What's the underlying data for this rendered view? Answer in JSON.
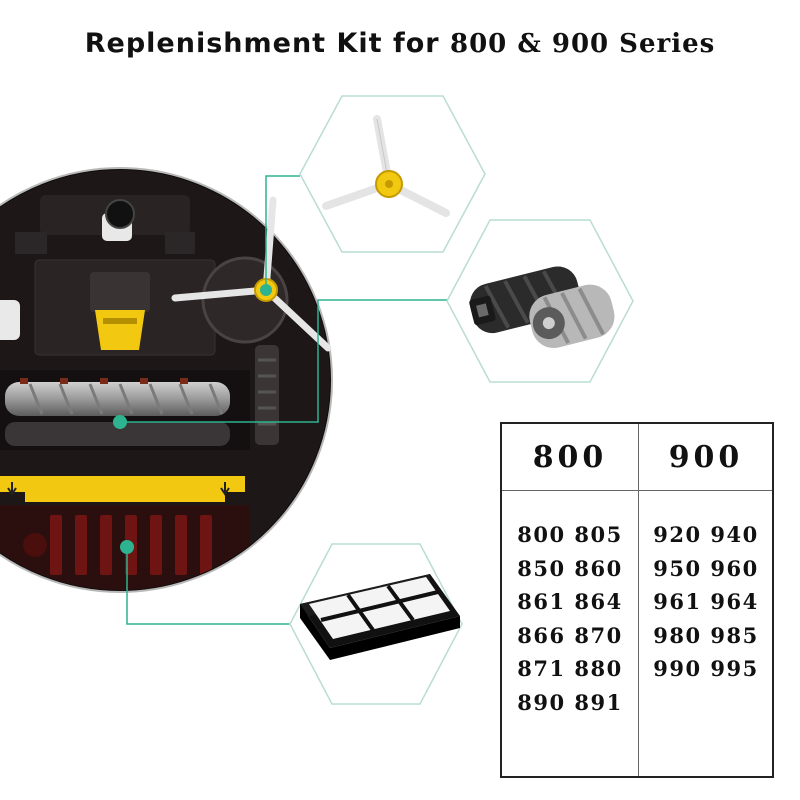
{
  "title": {
    "prefix": "Replenishment Kit for",
    "series": "800 & 900 Series"
  },
  "parts": [
    "side-brush",
    "roller-brushes",
    "hepa-filter"
  ],
  "compatibility": {
    "columns": [
      {
        "header": "800",
        "models": [
          "800 805",
          "850 860",
          "861 864",
          "866 870",
          "871 880",
          "890 891"
        ]
      },
      {
        "header": "900",
        "models": [
          "920 940",
          "950 960",
          "961 964",
          "980 985",
          "990 995"
        ]
      }
    ]
  },
  "colors": {
    "accent": "#2db38f",
    "yellow": "#f2c811",
    "robot": "#1a1516"
  }
}
